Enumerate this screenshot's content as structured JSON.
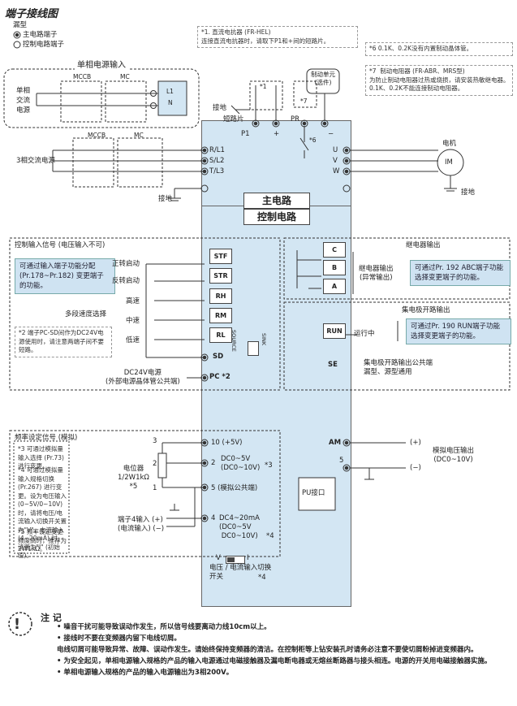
{
  "title": "端子接线图",
  "legend": {
    "heading": "漏型",
    "main_terminal": "主电路端子",
    "control_terminal": "控制电路端子"
  },
  "single_phase": {
    "title": "单相电源输入",
    "mccb": "MCCB",
    "mc": "MC",
    "source_label": "单相\n交流\n电源",
    "l1": "L1",
    "n": "N"
  },
  "three_phase": {
    "mccb": "MCCB",
    "mc": "MC",
    "source_label": "3相交流电源"
  },
  "notes_top": {
    "n1": "*1. 直流电抗器 (FR-HEL)\n连接直流电抗器时，请取下P1和+间的短路片。",
    "n6": "*6  0.1K、0.2K没有内置制动晶体管。",
    "n7": "*7  制动电阻器 (FR-ABR、MRS型)\n为防止制动电阻器过热或烧损，请安装热敏继电器。\n0.1K、0.2K不能连接制动电阻器。"
  },
  "brake_unit": "制动单元\n(选件)",
  "labels": {
    "ground": "接地",
    "short_bar": "短路片",
    "p1": "P1",
    "plus": "+",
    "pr": "PR",
    "minus": "−",
    "star1": "*1",
    "star7": "*7",
    "star6": "*6",
    "motor": "电机",
    "im": "IM",
    "motor_ground": "接地",
    "r": "R/L1",
    "s": "S/L2",
    "tt": "T/L3",
    "u": "U",
    "v": "V",
    "w": "W",
    "main_circuit": "主电路",
    "control_circuit": "控制电路"
  },
  "control_input": {
    "title": "控制输入信号 (电压输入不可)",
    "blue": "可通过输入端子功能分配 (Pr.178~Pr.182) 变更端子的功能。",
    "fwd": "正转启动",
    "rev": "反转启动",
    "multi": "多段速度选择",
    "high": "高速",
    "mid": "中速",
    "low": "低速",
    "note2": "*2  端子PC-SD间作为DC24V电源使用时，请注意两端子间不要短路。",
    "dc24": "DC24V电源\n(外部电源晶体管公共端)",
    "stf": "STF",
    "str": "STR",
    "rh": "RH",
    "rm": "RM",
    "rl": "RL",
    "sd": "SD",
    "pc": "PC *2",
    "source": "SOURCE",
    "sink": "SINK"
  },
  "relay": {
    "title": "继电器输出",
    "c": "C",
    "b": "B",
    "a": "A",
    "desc": "继电器输出\n(异常输出)",
    "blue": "可通过Pr. 192 ABC端子功能选择变更端子的功能。"
  },
  "open_collector": {
    "title": "集电极开路输出",
    "run": "RUN",
    "running": "运行中",
    "blue": "可通过Pr. 190 RUN端子功能选择变更端子的功能。",
    "se": "SE",
    "se_desc": "集电极开路输出公共端\n漏型、源型通用"
  },
  "freq": {
    "title": "频率设定信号 (模拟)",
    "n3": "*3  可通过模拟量输入选择 (Pr.73) 进行变更。",
    "n4": "*4  可通过模拟量输入规格切换 (Pr.267) 进行变更。设为电压输入 (0~5V/0~10V) 时，请将电压/电流输入切换开关置为\"V\"，电流输入 (4~20mA) 时，请置为\"I\" (初始值)。",
    "n5": "*5  频率设定变更频度高时，推荐为2W1kΩ。",
    "pot": "电位器\n1/2W1kΩ\n*5",
    "t3": "3",
    "t2": "2",
    "t1": "1",
    "term10": "10 (+5V)",
    "term2": "2",
    "term2_range": "DC0~5V\n(DC0~10V)",
    "star3": "*3",
    "term5": "5 (模拟公共端)",
    "term4": "4",
    "term4_range": "DC4~20mA\n(DC0~5V\n DC0~10V)",
    "star4": "*4",
    "in4": "端子4输入 (+)\n(电流输入) (−)",
    "switch": "电压 / 电流输入切换\n开关",
    "switch_note": "*4",
    "v": "V",
    "i": "I"
  },
  "analog_out": {
    "am": "AM",
    "five": "5",
    "plus": "(+)",
    "minus": "(−)",
    "desc": "模拟电压输出\n(DC0~10V)"
  },
  "pu": "PU接口",
  "caution": {
    "heading": "注  记",
    "items": [
      "噪音干扰可能导致误动作发生，所以信号线要离动力线10cm以上。",
      "接线时不要在变频器内留下电线切屑。\n电线切屑可能导致异常、故障、误动作发生。请始终保持变频器的清洁。在控制柜等上钻安装孔时请务必注意不要使切屑粉掉进变频器内。",
      "为安全起见，单相电源输入规格的产品的输入电源通过电磁接触器及漏电断电器或无熔丝断路器与接头相连。电源的开关用电磁接触器实施。",
      "单相电源输入规格的产品的输入电源输出为3相200V。"
    ]
  }
}
